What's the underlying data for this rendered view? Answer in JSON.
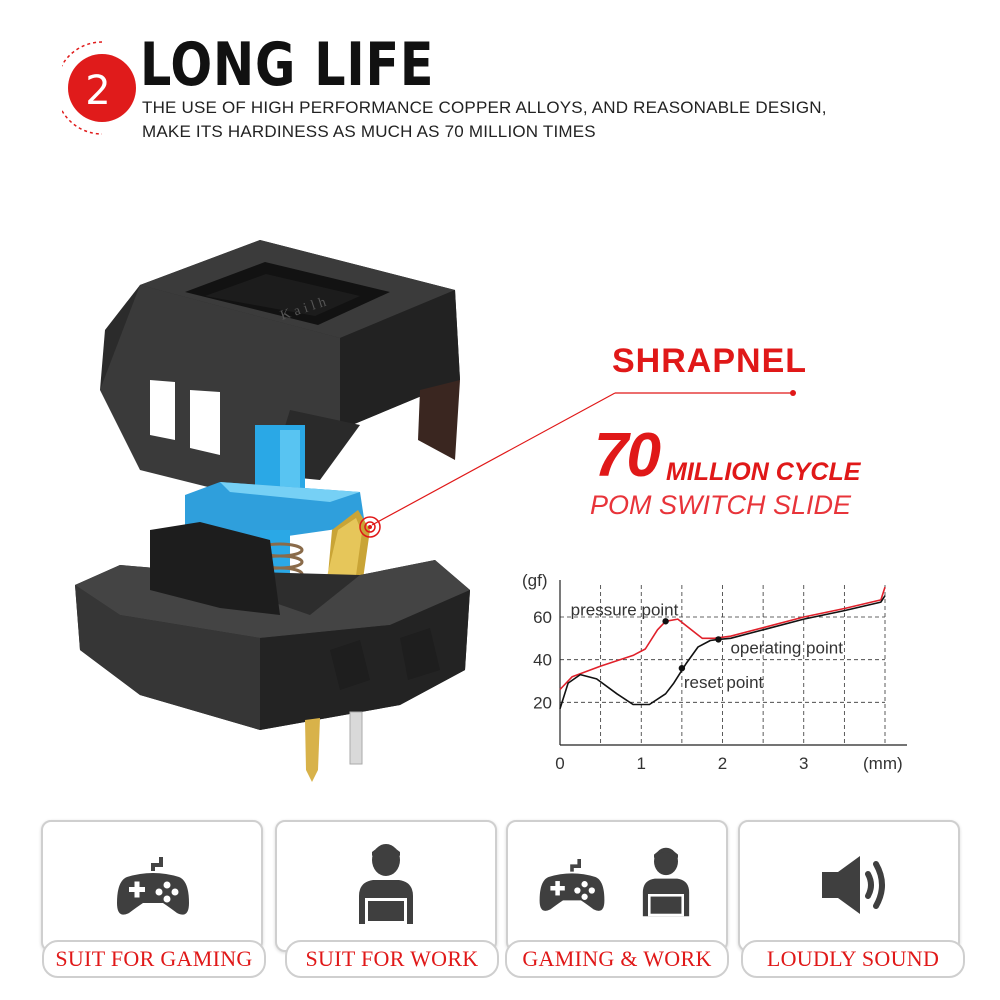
{
  "header": {
    "badge_number": "2",
    "title": "LONG LIFE",
    "subtitle_line1": "THE USE OF HIGH PERFORMANCE COPPER ALLOYS, AND REASONABLE DESIGN,",
    "subtitle_line2": "MAKE ITS HARDINESS AS MUCH AS 70 MILLION TIMES"
  },
  "product": {
    "housing_brand": "Kailh"
  },
  "callout": {
    "label": "SHRAPNEL",
    "cycle_number": "70",
    "cycle_text": "MILLION CYCLE",
    "pom_text": "POM SWITCH SLIDE"
  },
  "chart_data": {
    "type": "line",
    "ylabel": "(gf)",
    "xlabel": "(mm)",
    "xlim": [
      0,
      4
    ],
    "ylim": [
      0,
      75
    ],
    "x_ticks": [
      "0",
      "1",
      "2",
      "3"
    ],
    "y_ticks": [
      "20",
      "40",
      "60"
    ],
    "grid": true,
    "series": [
      {
        "color": "#e0202a",
        "points": [
          [
            0,
            26
          ],
          [
            0.15,
            32
          ],
          [
            0.5,
            37
          ],
          [
            0.9,
            42
          ],
          [
            1.05,
            45
          ],
          [
            1.2,
            54
          ],
          [
            1.3,
            58
          ],
          [
            1.45,
            59
          ],
          [
            1.55,
            56
          ],
          [
            1.75,
            50
          ],
          [
            1.9,
            50
          ],
          [
            2.1,
            51
          ],
          [
            2.5,
            55
          ],
          [
            3.0,
            60
          ],
          [
            3.5,
            64
          ],
          [
            3.95,
            68
          ],
          [
            4.0,
            74
          ]
        ]
      },
      {
        "color": "#111111",
        "points": [
          [
            0,
            17
          ],
          [
            0.1,
            29
          ],
          [
            0.25,
            33
          ],
          [
            0.45,
            31
          ],
          [
            0.7,
            24
          ],
          [
            0.9,
            19
          ],
          [
            1.1,
            19
          ],
          [
            1.3,
            24
          ],
          [
            1.4,
            29
          ],
          [
            1.55,
            38
          ],
          [
            1.7,
            46
          ],
          [
            1.85,
            49
          ],
          [
            1.95,
            49.5
          ],
          [
            2.1,
            50
          ],
          [
            2.5,
            54
          ],
          [
            3.0,
            59
          ],
          [
            3.5,
            63
          ],
          [
            3.95,
            67
          ],
          [
            4.0,
            70
          ]
        ]
      }
    ],
    "annotations": [
      {
        "text": "pressure point",
        "x": 1.3,
        "y": 58
      },
      {
        "text": "operating point",
        "x": 1.95,
        "y": 49.5
      },
      {
        "text": "reset point",
        "x": 1.5,
        "y": 36
      }
    ]
  },
  "features": [
    {
      "label": "SUIT FOR GAMING",
      "icons": [
        "gamepad-icon"
      ]
    },
    {
      "label": "SUIT FOR WORK",
      "icons": [
        "office-worker-icon"
      ]
    },
    {
      "label": "GAMING & WORK",
      "icons": [
        "gamepad-icon",
        "office-worker-icon"
      ]
    },
    {
      "label": "LOUDLY SOUND",
      "icons": [
        "speaker-icon"
      ]
    }
  ]
}
